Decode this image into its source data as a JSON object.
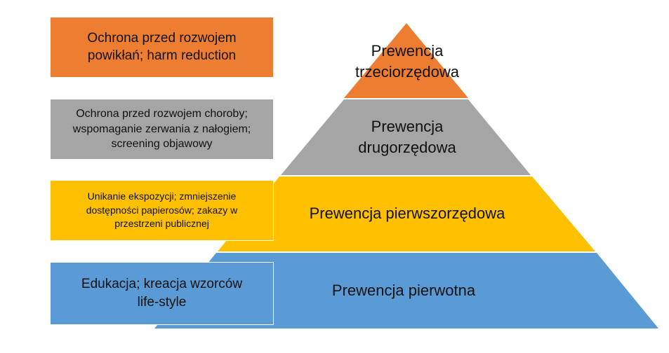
{
  "colors": {
    "tertiary": "#ED7D31",
    "secondary": "#A5A5A5",
    "primary": "#FFC000",
    "primordial": "#5B9BD5",
    "separator": "#ffffff"
  },
  "tiers": [
    {
      "key": "tertiary",
      "label": "Prewencja trzeciorzędowa",
      "description": "Ochrona przed rozwojem powikłań; harm reduction"
    },
    {
      "key": "secondary",
      "label": "Prewencja drugorzędowa",
      "description": "Ochrona przed rozwojem choroby; wspomaganie zerwania z nałogiem; screening objawowy"
    },
    {
      "key": "primary",
      "label": "Prewencja pierwszorzędowa",
      "description": "Unikanie ekspozycji; zmniejszenie dostępności papierosów; zakazy w przestrzeni publicznej"
    },
    {
      "key": "primordial",
      "label": "Prewencja pierwotna",
      "description": "Edukacja; kreacja wzorców life-style"
    }
  ]
}
